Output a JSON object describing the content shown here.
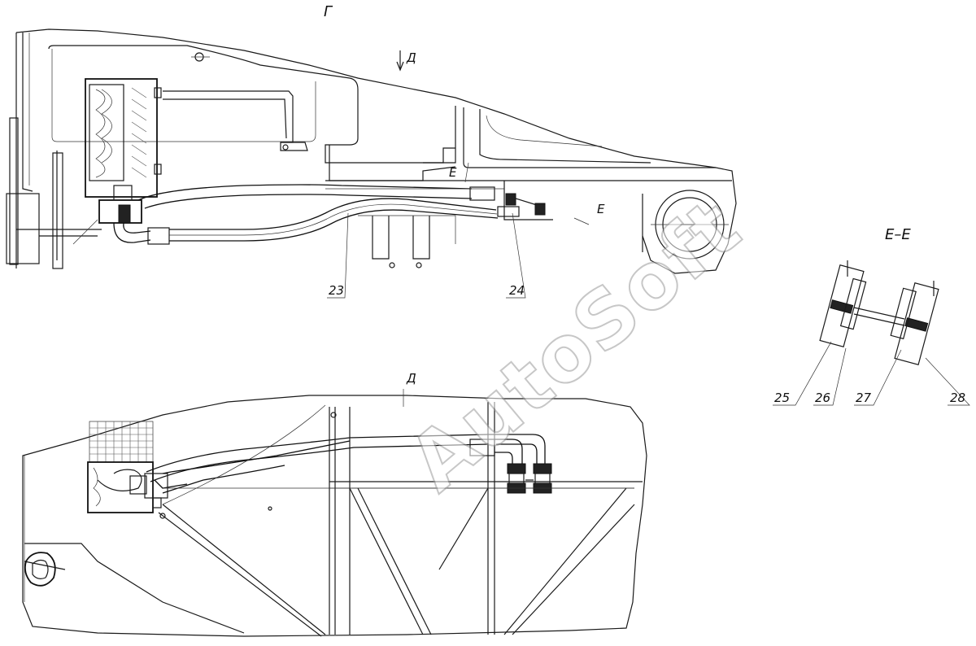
{
  "view_labels": {
    "view_g": "Г",
    "view_d_top": "Д",
    "view_d_bottom": "Д",
    "section_e_left": "Е",
    "section_e_right": "Е",
    "section_title": "Е–Е"
  },
  "callouts": [
    "23",
    "24",
    "25",
    "26",
    "27",
    "28"
  ],
  "watermark": "AutoSoft"
}
